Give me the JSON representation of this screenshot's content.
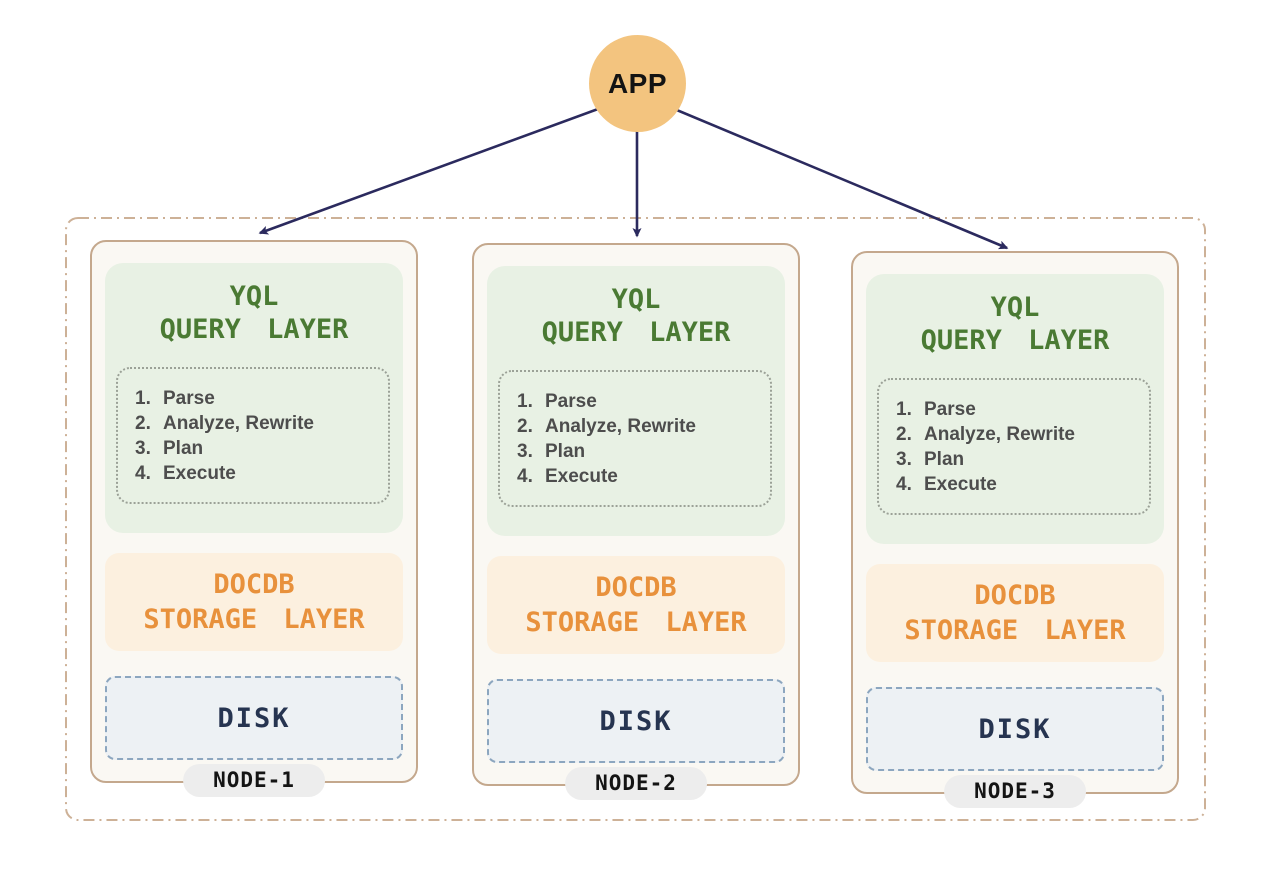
{
  "app": {
    "label": "APP"
  },
  "cluster": {
    "nodes": [
      {
        "badge": "NODE-1",
        "query_layer": {
          "title_line1": "YQL",
          "title_line2": "QUERY LAYER",
          "steps": [
            {
              "num": "1.",
              "label": "Parse"
            },
            {
              "num": "2.",
              "label": "Analyze, Rewrite"
            },
            {
              "num": "3.",
              "label": "Plan"
            },
            {
              "num": "4.",
              "label": "Execute"
            }
          ]
        },
        "storage_layer": {
          "title_line1": "DOCDB",
          "title_line2": "STORAGE LAYER"
        },
        "disk": {
          "label": "DISK"
        }
      },
      {
        "badge": "NODE-2",
        "query_layer": {
          "title_line1": "YQL",
          "title_line2": "QUERY LAYER",
          "steps": [
            {
              "num": "1.",
              "label": "Parse"
            },
            {
              "num": "2.",
              "label": "Analyze, Rewrite"
            },
            {
              "num": "3.",
              "label": "Plan"
            },
            {
              "num": "4.",
              "label": "Execute"
            }
          ]
        },
        "storage_layer": {
          "title_line1": "DOCDB",
          "title_line2": "STORAGE LAYER"
        },
        "disk": {
          "label": "DISK"
        }
      },
      {
        "badge": "NODE-3",
        "query_layer": {
          "title_line1": "YQL",
          "title_line2": "QUERY LAYER",
          "steps": [
            {
              "num": "1.",
              "label": "Parse"
            },
            {
              "num": "2.",
              "label": "Analyze, Rewrite"
            },
            {
              "num": "3.",
              "label": "Plan"
            },
            {
              "num": "4.",
              "label": "Execute"
            }
          ]
        },
        "storage_layer": {
          "title_line1": "DOCDB",
          "title_line2": "STORAGE LAYER"
        },
        "disk": {
          "label": "DISK"
        }
      }
    ]
  },
  "colors": {
    "app_circle": "#f3c47f",
    "arrow": "#2b2a5e",
    "cluster_border": "#cdb197",
    "node_card_bg": "#faf8f3",
    "node_card_border": "#c4a88d",
    "query_layer_bg": "#e8f1e4",
    "query_layer_text": "#4a7a33",
    "steps_border": "#9ba197",
    "steps_text": "#4d4d4d",
    "storage_layer_bg": "#fcf0df",
    "storage_layer_text": "#e8913c",
    "disk_bg": "#edf1f4",
    "disk_border": "#8ca6bf",
    "disk_text": "#263450",
    "badge_bg": "#ededed",
    "badge_text": "#141414"
  }
}
